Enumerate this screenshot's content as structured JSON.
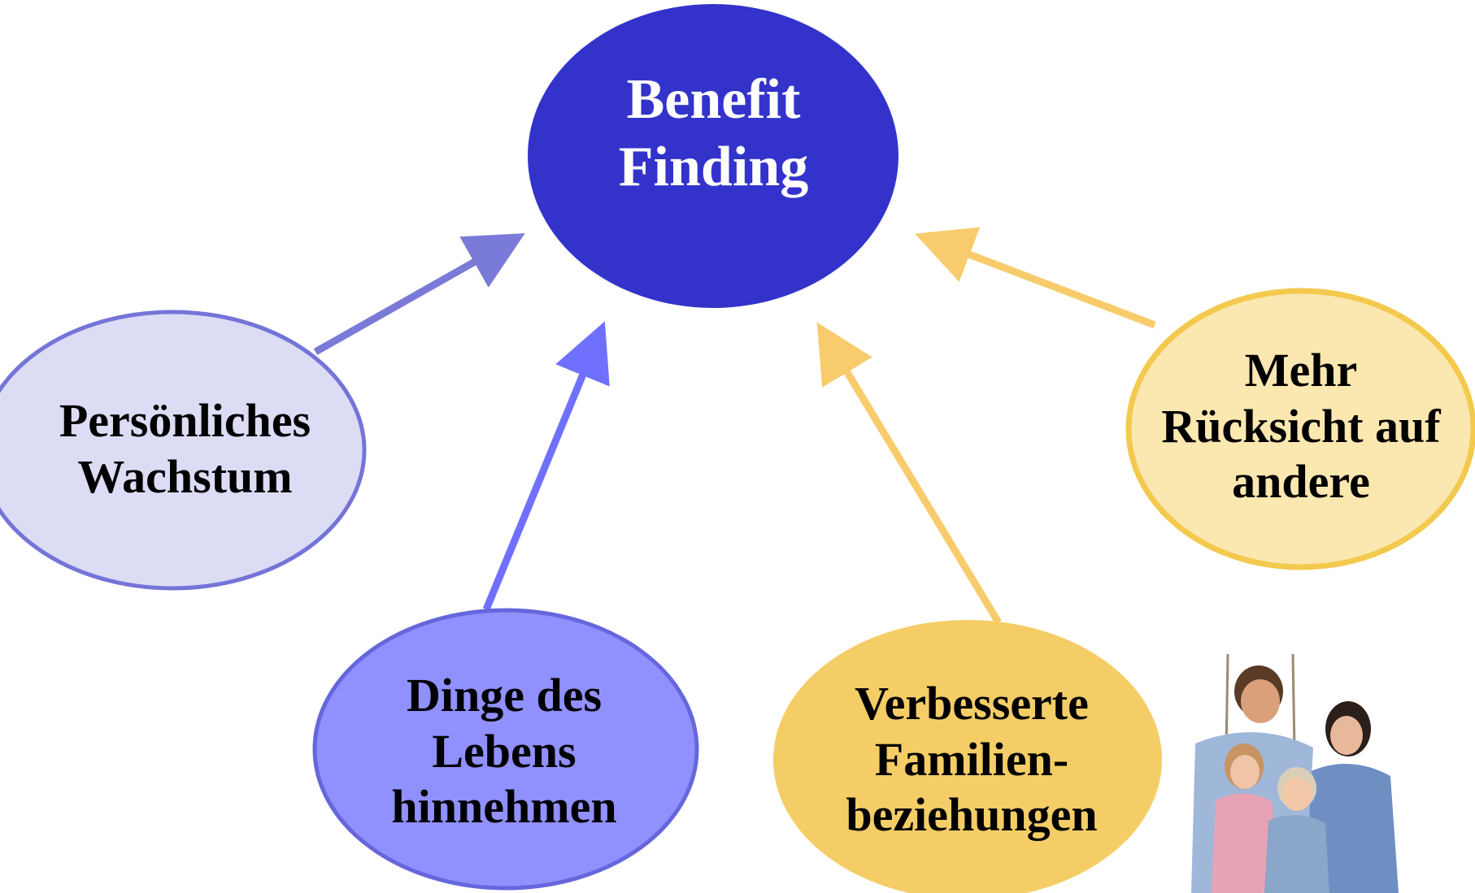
{
  "center": {
    "label": "Benefit\nFinding",
    "fill": "#3333cc",
    "text_color": "#ffffff"
  },
  "nodes": [
    {
      "id": "personal-growth",
      "label": "Persönliches\nWachstum",
      "fill": "#dcdcf5",
      "stroke": "#7474d8"
    },
    {
      "id": "acceptance",
      "label": "Dinge des\nLebens\nhinnehmen",
      "fill": "#9090ff",
      "stroke": "#6666dd"
    },
    {
      "id": "family",
      "label": "Verbesserte\nFamilien-\nbeziehungen",
      "fill": "#f5cd66",
      "stroke": "#f5cd66"
    },
    {
      "id": "consideration",
      "label": "Mehr\nRücksicht auf\nandere",
      "fill": "#fbe7b0",
      "stroke": "#f3c94e"
    }
  ],
  "colors": {
    "text": "#000000",
    "arrow_blue_1": "#7a7ad8",
    "arrow_blue_2": "#7070ff",
    "arrow_yellow_1": "#f8cc6c",
    "arrow_yellow_2": "#f8cc6c"
  },
  "photo": {
    "subject": "family-on-swing"
  }
}
